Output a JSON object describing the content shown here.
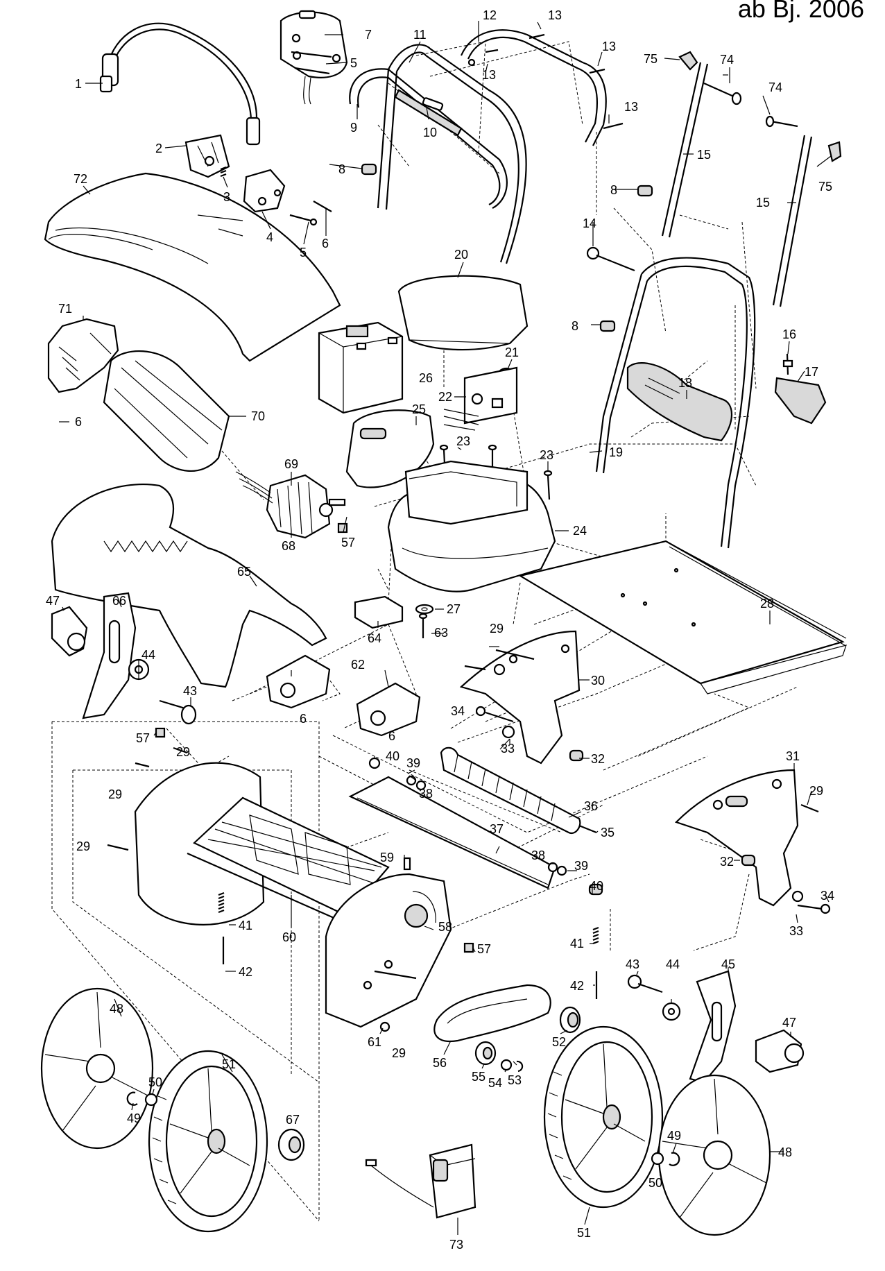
{
  "header": {
    "title": "ab Bj. 2006"
  },
  "parts": [
    {
      "id": "1",
      "text": "1"
    },
    {
      "id": "2",
      "text": "2"
    },
    {
      "id": "3",
      "text": "3"
    },
    {
      "id": "4",
      "text": "4"
    },
    {
      "id": "5a",
      "text": "5"
    },
    {
      "id": "5b",
      "text": "5"
    },
    {
      "id": "6a",
      "text": "6"
    },
    {
      "id": "6b",
      "text": "6"
    },
    {
      "id": "6c",
      "text": "6"
    },
    {
      "id": "6d",
      "text": "6"
    },
    {
      "id": "7",
      "text": "7"
    },
    {
      "id": "8a",
      "text": "8"
    },
    {
      "id": "8b",
      "text": "8"
    },
    {
      "id": "8c",
      "text": "8"
    },
    {
      "id": "9",
      "text": "9"
    },
    {
      "id": "10",
      "text": "10"
    },
    {
      "id": "11",
      "text": "11"
    },
    {
      "id": "12",
      "text": "12"
    },
    {
      "id": "13a",
      "text": "13"
    },
    {
      "id": "13b",
      "text": "13"
    },
    {
      "id": "13c",
      "text": "13"
    },
    {
      "id": "13d",
      "text": "13"
    },
    {
      "id": "14",
      "text": "14"
    },
    {
      "id": "15a",
      "text": "15"
    },
    {
      "id": "15b",
      "text": "15"
    },
    {
      "id": "16",
      "text": "16"
    },
    {
      "id": "17",
      "text": "17"
    },
    {
      "id": "18",
      "text": "18"
    },
    {
      "id": "19",
      "text": "19"
    },
    {
      "id": "20",
      "text": "20"
    },
    {
      "id": "21",
      "text": "21"
    },
    {
      "id": "22",
      "text": "22"
    },
    {
      "id": "23a",
      "text": "23"
    },
    {
      "id": "23b",
      "text": "23"
    },
    {
      "id": "24",
      "text": "24"
    },
    {
      "id": "25",
      "text": "25"
    },
    {
      "id": "26",
      "text": "26"
    },
    {
      "id": "27",
      "text": "27"
    },
    {
      "id": "28",
      "text": "28"
    },
    {
      "id": "29a",
      "text": "29"
    },
    {
      "id": "29b",
      "text": "29"
    },
    {
      "id": "29c",
      "text": "29"
    },
    {
      "id": "29d",
      "text": "29"
    },
    {
      "id": "29e",
      "text": "29"
    },
    {
      "id": "29f",
      "text": "29"
    },
    {
      "id": "30",
      "text": "30"
    },
    {
      "id": "31",
      "text": "31"
    },
    {
      "id": "32a",
      "text": "32"
    },
    {
      "id": "32b",
      "text": "32"
    },
    {
      "id": "33a",
      "text": "33"
    },
    {
      "id": "33b",
      "text": "33"
    },
    {
      "id": "34a",
      "text": "34"
    },
    {
      "id": "34b",
      "text": "34"
    },
    {
      "id": "35",
      "text": "35"
    },
    {
      "id": "36",
      "text": "36"
    },
    {
      "id": "37",
      "text": "37"
    },
    {
      "id": "38a",
      "text": "38"
    },
    {
      "id": "38b",
      "text": "38"
    },
    {
      "id": "39a",
      "text": "39"
    },
    {
      "id": "39b",
      "text": "39"
    },
    {
      "id": "40a",
      "text": "40"
    },
    {
      "id": "40b",
      "text": "40"
    },
    {
      "id": "41a",
      "text": "41"
    },
    {
      "id": "41b",
      "text": "41"
    },
    {
      "id": "42a",
      "text": "42"
    },
    {
      "id": "42b",
      "text": "42"
    },
    {
      "id": "43a",
      "text": "43"
    },
    {
      "id": "43b",
      "text": "43"
    },
    {
      "id": "44a",
      "text": "44"
    },
    {
      "id": "44b",
      "text": "44"
    },
    {
      "id": "45",
      "text": "45"
    },
    {
      "id": "47a",
      "text": "47"
    },
    {
      "id": "47b",
      "text": "47"
    },
    {
      "id": "48a",
      "text": "48"
    },
    {
      "id": "48b",
      "text": "48"
    },
    {
      "id": "49a",
      "text": "49"
    },
    {
      "id": "49b",
      "text": "49"
    },
    {
      "id": "50a",
      "text": "50"
    },
    {
      "id": "50b",
      "text": "50"
    },
    {
      "id": "51a",
      "text": "51"
    },
    {
      "id": "51b",
      "text": "51"
    },
    {
      "id": "52",
      "text": "52"
    },
    {
      "id": "53",
      "text": "53"
    },
    {
      "id": "54",
      "text": "54"
    },
    {
      "id": "55",
      "text": "55"
    },
    {
      "id": "56",
      "text": "56"
    },
    {
      "id": "57a",
      "text": "57"
    },
    {
      "id": "57b",
      "text": "57"
    },
    {
      "id": "57c",
      "text": "57"
    },
    {
      "id": "58",
      "text": "58"
    },
    {
      "id": "59",
      "text": "59"
    },
    {
      "id": "60",
      "text": "60"
    },
    {
      "id": "61",
      "text": "61"
    },
    {
      "id": "62",
      "text": "62"
    },
    {
      "id": "63",
      "text": "63"
    },
    {
      "id": "64",
      "text": "64"
    },
    {
      "id": "65",
      "text": "65"
    },
    {
      "id": "66",
      "text": "66"
    },
    {
      "id": "67",
      "text": "67"
    },
    {
      "id": "68",
      "text": "68"
    },
    {
      "id": "69",
      "text": "69"
    },
    {
      "id": "70",
      "text": "70"
    },
    {
      "id": "71",
      "text": "71"
    },
    {
      "id": "72",
      "text": "72"
    },
    {
      "id": "73",
      "text": "73"
    },
    {
      "id": "74a",
      "text": "74"
    },
    {
      "id": "74b",
      "text": "74"
    },
    {
      "id": "75a",
      "text": "75"
    },
    {
      "id": "75b",
      "text": "75"
    }
  ]
}
